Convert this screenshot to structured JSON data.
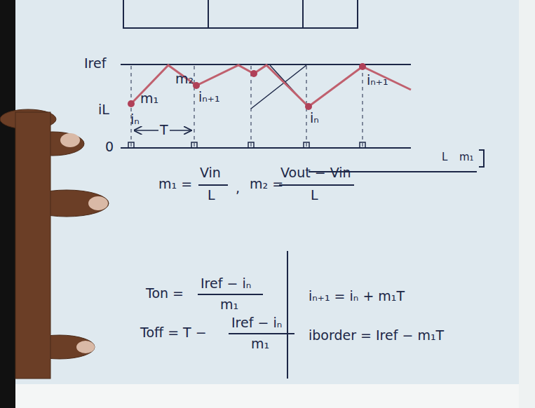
{
  "diagram": {
    "labels": [
      "Iref",
      "m₁",
      "m₂",
      "iL",
      "iₙ",
      "iₙ₊₁",
      "iₙ",
      "iₙ₊₁",
      "0",
      "T",
      "m₁ =",
      "Vin",
      "L",
      ",",
      "m₂ =",
      "Vout − Vin",
      "L",
      "L",
      "m₁",
      "Ton =",
      "Iref − iₙ",
      "m₁",
      "Toff = T −",
      "Iref − iₙ",
      "m₁",
      "iₙ₊₁ = iₙ + m₁T",
      "iborder = Iref − m₁T"
    ]
  }
}
